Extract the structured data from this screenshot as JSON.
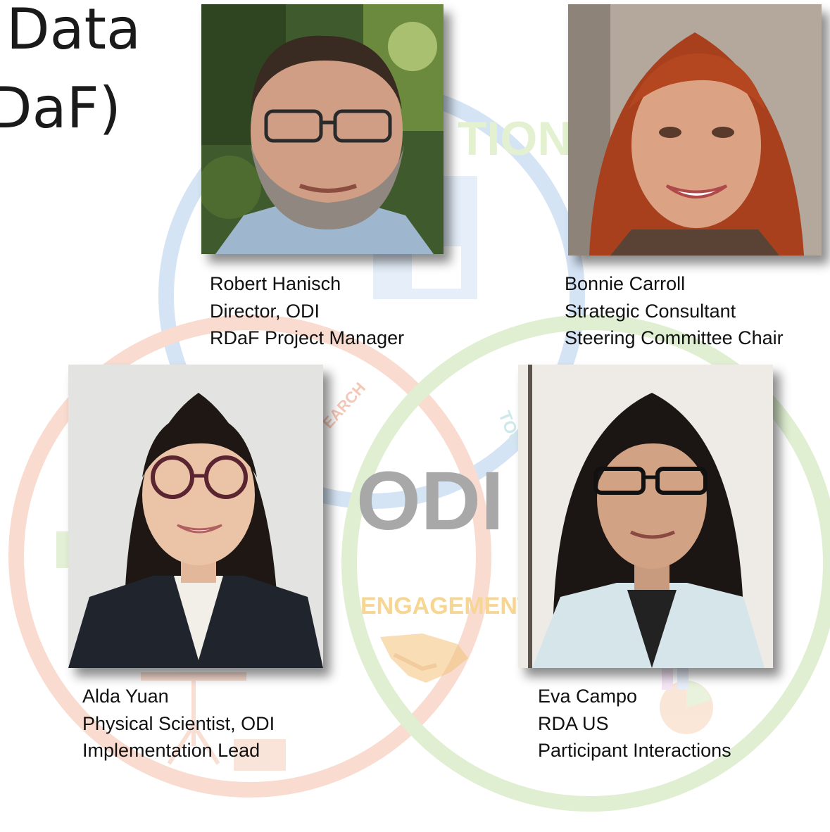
{
  "slide": {
    "title_lines": [
      "Data",
      "DaF)"
    ],
    "background": {
      "logo_text": "ODI",
      "labels": {
        "top": "TIONS",
        "left_diag": "EARCH",
        "right_diag": "TOO",
        "bottom": "ENGAGEMENT"
      },
      "colors": {
        "blue_ring": "#cfe0f3",
        "orange_ring": "#f8d2c4",
        "green_ring": "#d8ebc6",
        "logo_gray": "#9a9a9a",
        "engagement_yellow": "#f6cf8a"
      }
    }
  },
  "people": [
    {
      "name": "Robert Hanisch",
      "role": "Director, ODI",
      "responsibility": "RDaF Project Manager"
    },
    {
      "name": "Bonnie Carroll",
      "role": "Strategic Consultant",
      "responsibility": "Steering Committee Chair"
    },
    {
      "name": "Alda Yuan",
      "role": "Physical Scientist, ODI",
      "responsibility": "Implementation Lead"
    },
    {
      "name": "Eva Campo",
      "role": "RDA US",
      "responsibility": "Participant Interactions"
    }
  ]
}
